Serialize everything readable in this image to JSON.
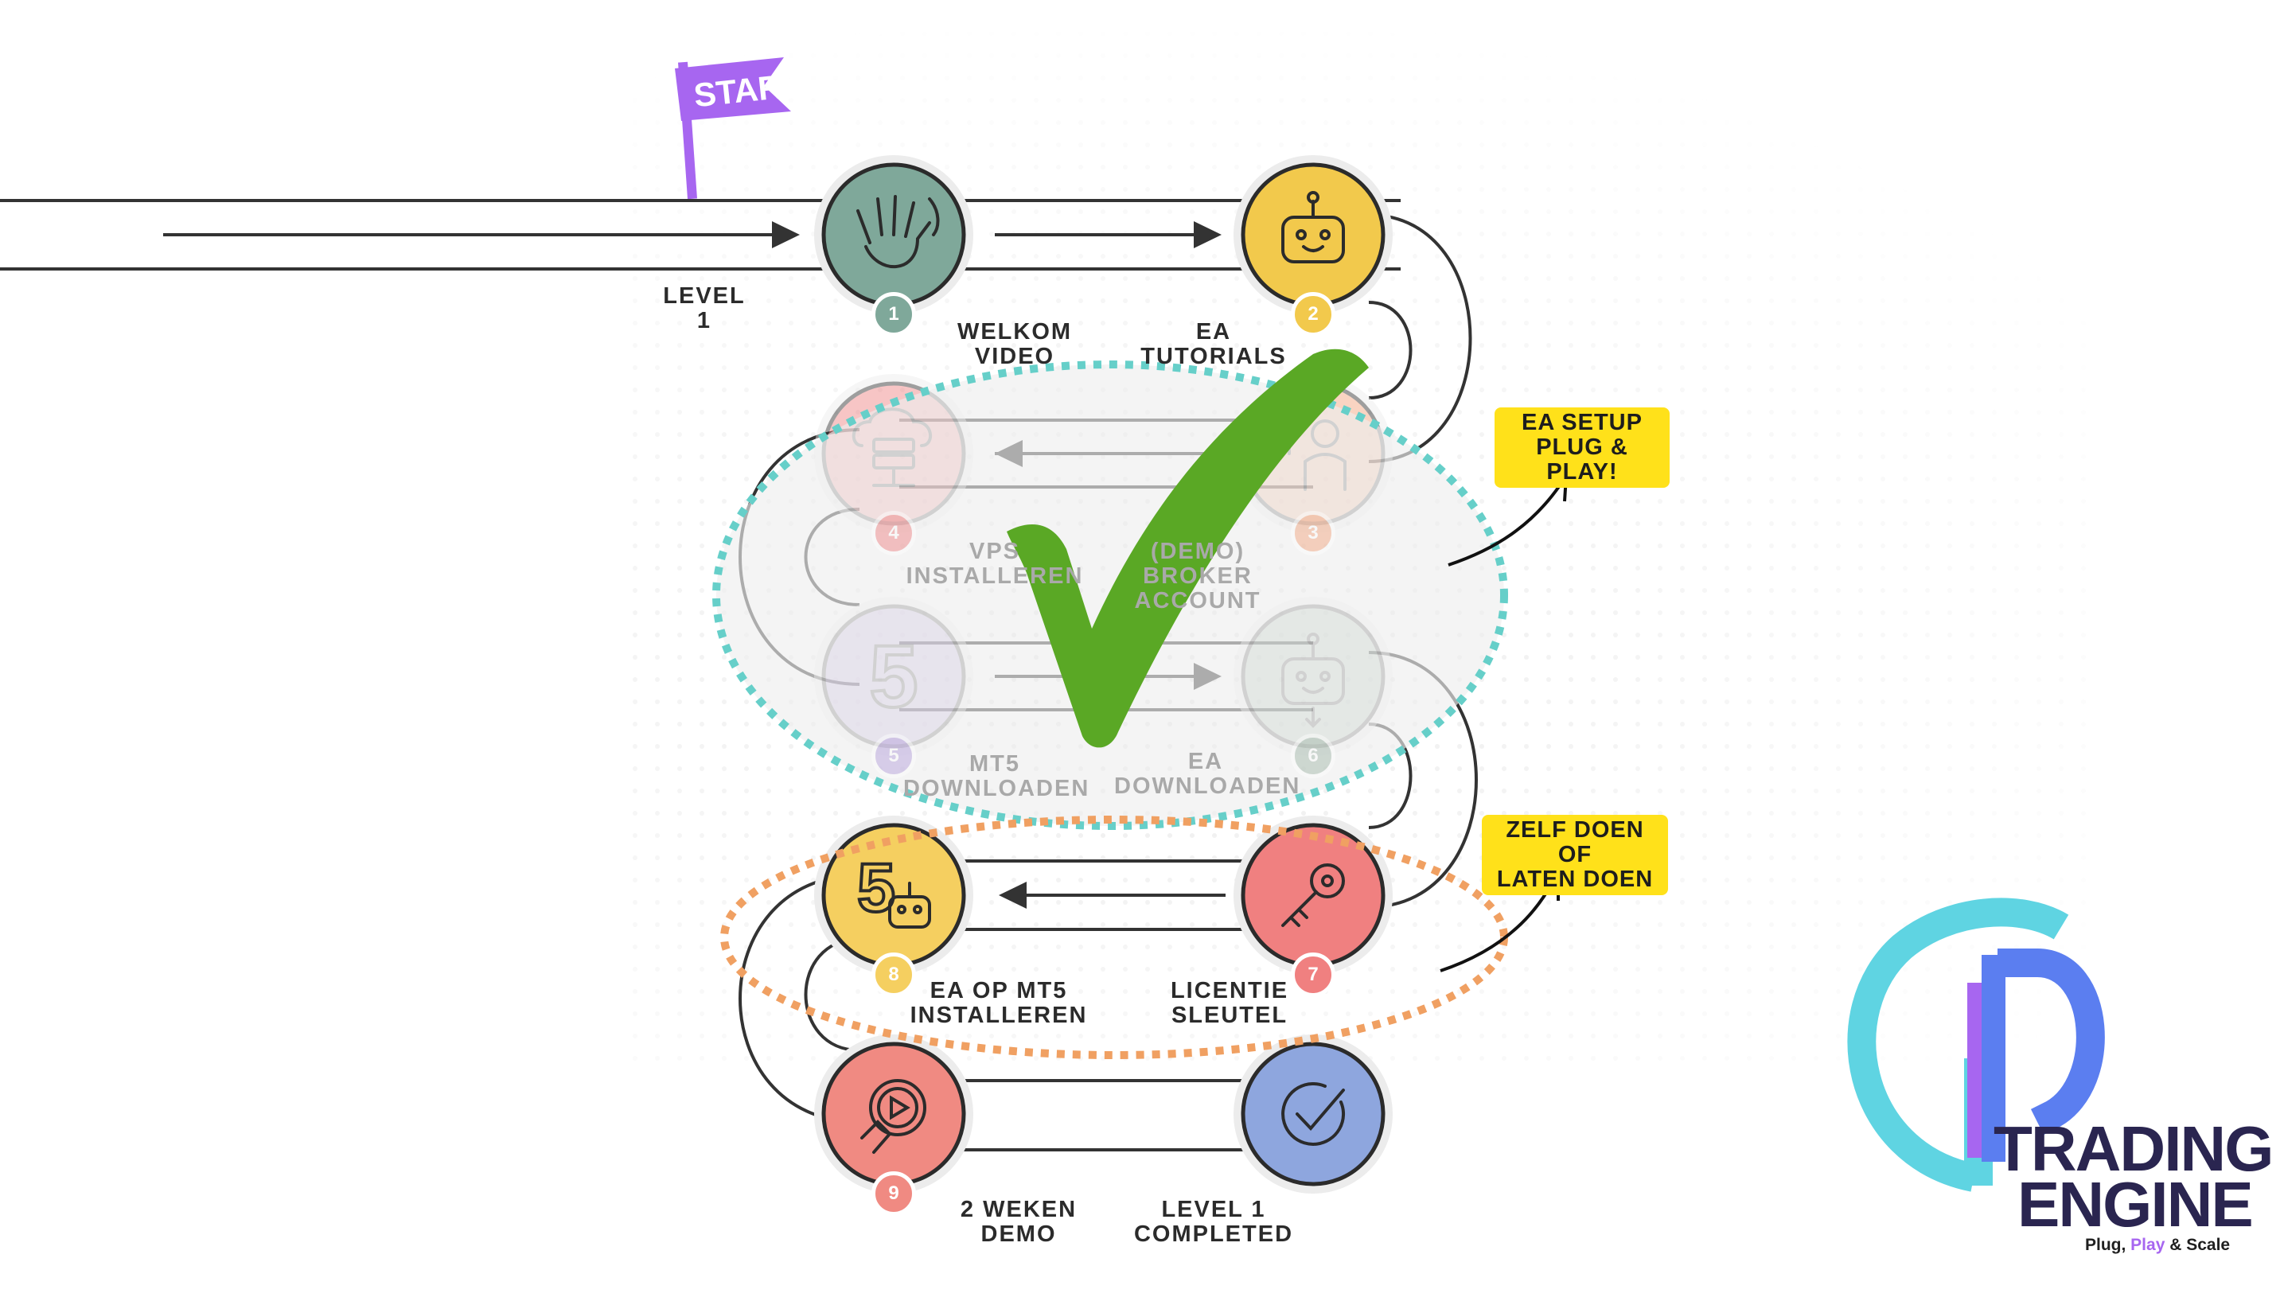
{
  "start_flag": {
    "text": "START",
    "color": "#a766f0"
  },
  "level_label": "LEVEL 1",
  "steps": [
    {
      "num": "1",
      "label": "WELKOM\nVIDEO",
      "color": "#7fa89a",
      "icon": "waving-hand-icon"
    },
    {
      "num": "2",
      "label": "EA\nTUTORIALS",
      "color": "#f2c94c",
      "icon": "robot-icon"
    },
    {
      "num": "3",
      "label": "(DEMO) BROKER\nACCOUNT",
      "color": "#f2a27a",
      "icon": "businessman-chart-icon"
    },
    {
      "num": "4",
      "label": "VPS\nINSTALLEREN",
      "color": "#ee7f80",
      "icon": "cloud-server-icon"
    },
    {
      "num": "5",
      "label": "MT5\nDOWNLOADEN",
      "color": "#b39ddb",
      "icon": "mt5-five-icon"
    },
    {
      "num": "6",
      "label": "EA\nDOWNLOADEN",
      "color": "#9fb5a6",
      "icon": "robot-download-icon"
    },
    {
      "num": "7",
      "label": "LICENTIE\nSLEUTEL",
      "color": "#f08080",
      "icon": "key-icon"
    },
    {
      "num": "8",
      "label": "EA OP MT5\nINSTALLEREN",
      "color": "#f5cf60",
      "icon": "mt5-robot-icon"
    },
    {
      "num": "9",
      "label": "2 WEKEN\nDEMO",
      "color": "#f08a82",
      "icon": "play-hand-icon"
    },
    {
      "num": "",
      "label": "LEVEL 1\nCOMPLETED",
      "color": "#8ea6de",
      "icon": "check-circle-icon"
    }
  ],
  "callouts": {
    "setup": "EA SETUP\nPLUG & PLAY!",
    "self": "ZELF DOEN OF\nLATEN DOEN"
  },
  "colors": {
    "checkmark": "#5aa825",
    "teal_ellipse": "#66cfc9",
    "orange_ellipse": "#f0a062",
    "line": "#333333",
    "highlight": "#ffe11a"
  },
  "logo": {
    "word1": "TRADING",
    "word2": "ENGINE",
    "tagline_parts": [
      "Plug, ",
      "Play",
      " & Scale"
    ],
    "accent": "#a766f0"
  }
}
